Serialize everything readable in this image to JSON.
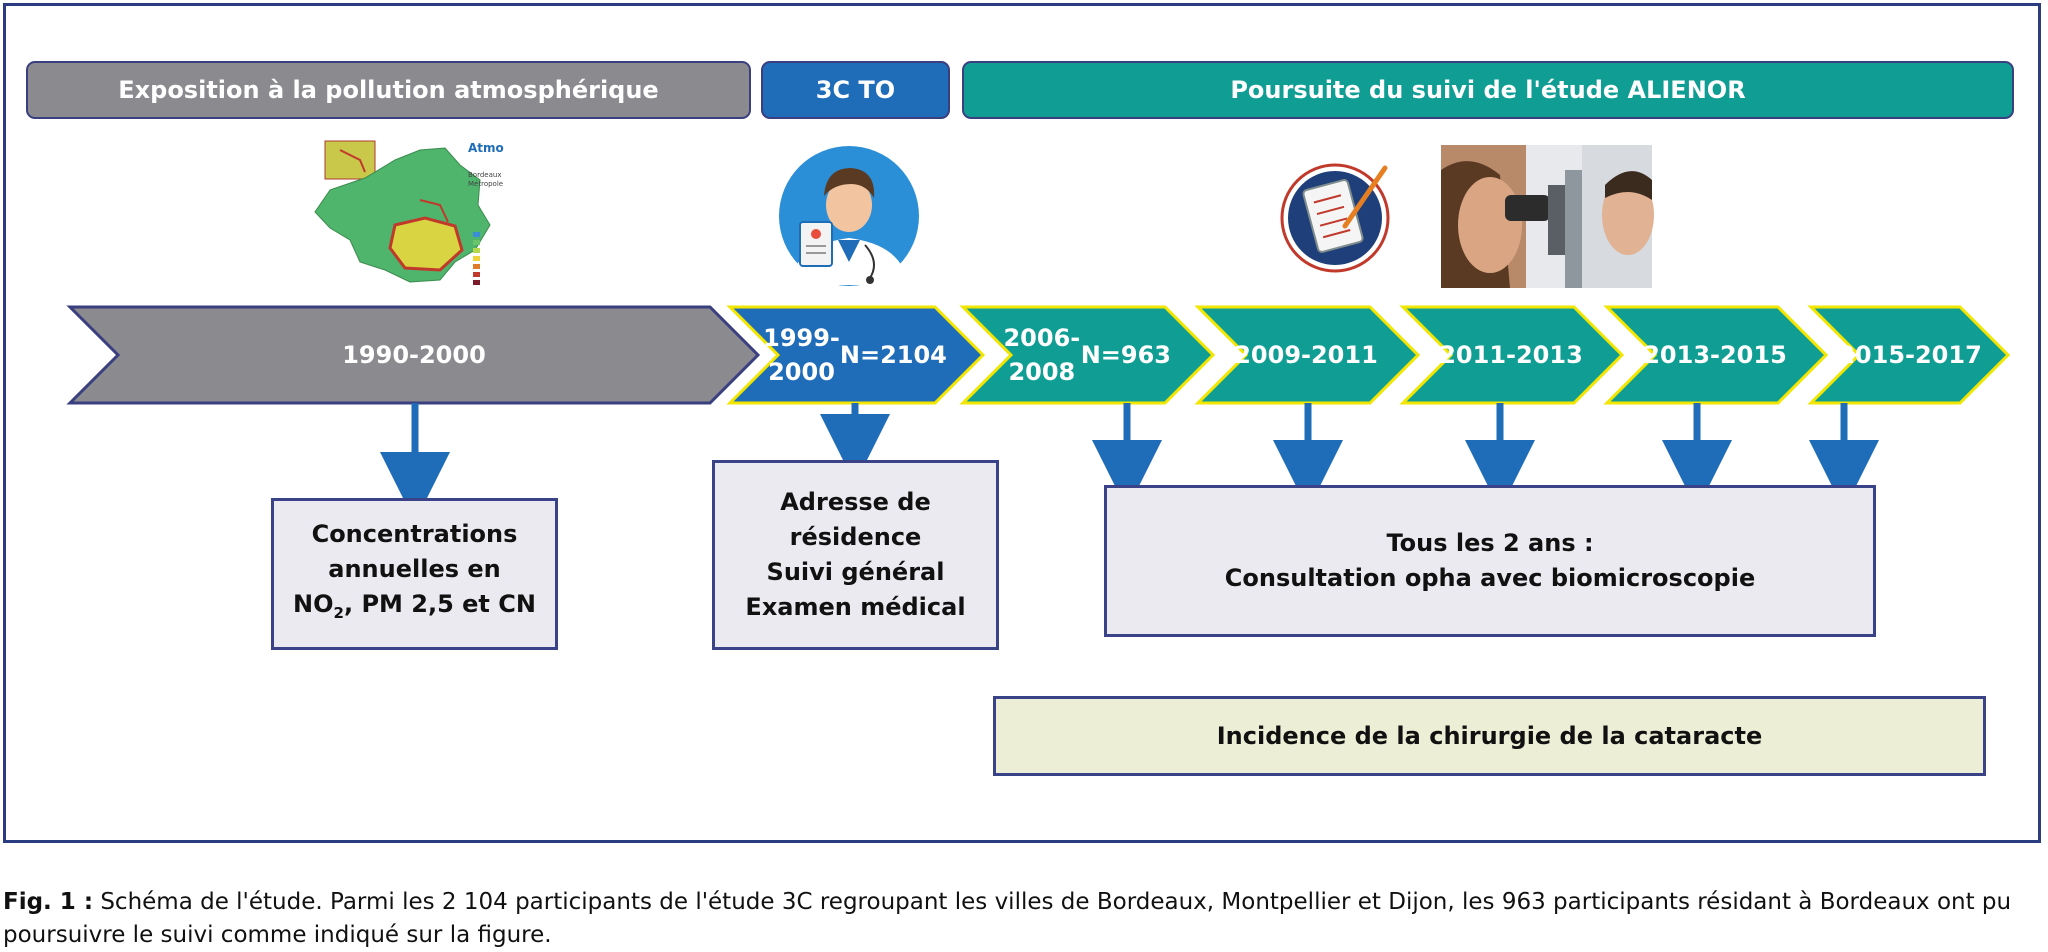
{
  "bands": {
    "exposure": "Exposition à la pollution atmosphérique",
    "c3to": "3C TO",
    "alienor": "Poursuite du suivi de l'étude ALIENOR"
  },
  "timeline": [
    {
      "line1": "1990-2000",
      "line2": ""
    },
    {
      "line1": "1999-2000",
      "line2": "N=2104"
    },
    {
      "line1": "2006-2008",
      "line2": "N=963"
    },
    {
      "line1": "2009-",
      "line2": "2011"
    },
    {
      "line1": "2011-",
      "line2": "2013"
    },
    {
      "line1": "2013-",
      "line2": "2015"
    },
    {
      "line1": "2015-",
      "line2": "2017"
    }
  ],
  "boxes": {
    "concentrations": {
      "line1": "Concentrations",
      "line2": "annuelles en",
      "line3_pre": "NO",
      "line3_sub": "2",
      "line3_post": ", PM 2,5 et CN"
    },
    "residence": {
      "line1": "Adresse de",
      "line2": "résidence",
      "line3": "Suivi général",
      "line4": "Examen médical"
    },
    "biennial": {
      "line1": "Tous les 2 ans :",
      "line2": "Consultation opha avec biomicroscopie"
    },
    "incidence": "Incidence de la chirurgie de la cataracte"
  },
  "map_legend": {
    "brand": "Atmo",
    "city_1": "Bordeaux",
    "city_2": "Métropole"
  },
  "caption": {
    "label": "Fig. 1 :",
    "text": " Schéma de l'étude. Parmi les 2 104 participants de l'étude 3C regroupant les villes de Bordeaux, Montpellier et Dijon, les 963 participants résidant à Bordeaux ont pu poursuivre le suivi comme indiqué sur la figure."
  },
  "colors": {
    "grey": "#8b8b8f",
    "blue": "#1f6cb8",
    "teal": "#109e94",
    "chevron_outline": "#f2e600",
    "arrow": "#1f6cb8",
    "frame": "#2c3c80"
  },
  "icons": [
    "pollution-map-image",
    "doctor-icon",
    "clipboard-icon",
    "eye-exam-photo"
  ]
}
